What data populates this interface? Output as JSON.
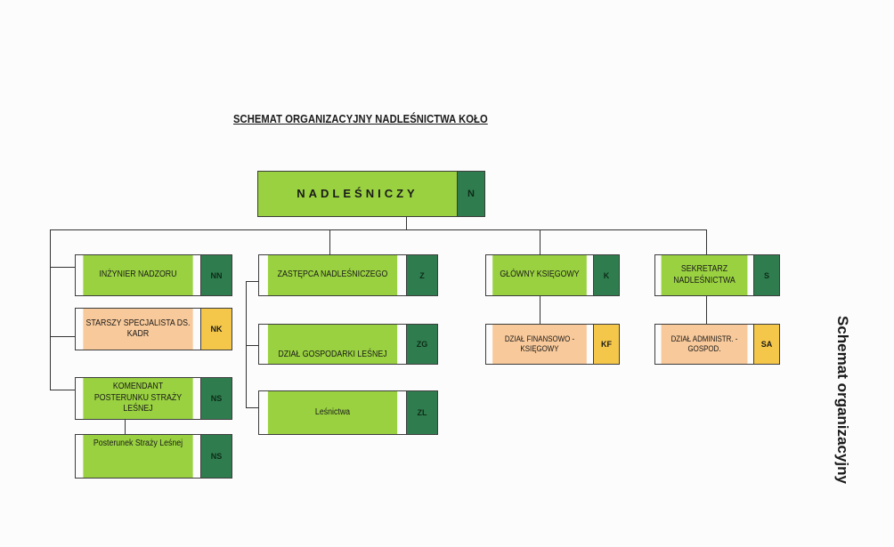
{
  "title": "SCHEMAT ORGANIZACYJNY NADLEŚNICTWA KOŁO",
  "side_label": "Schemat organizacyjny",
  "nodes": {
    "nadlesniczy": {
      "label": "NADLEŚNICZY",
      "code": "N"
    },
    "inzynier": {
      "label": "INŻYNIER NADZORU",
      "code": "NN"
    },
    "kadry": {
      "label": "STARSZY SPECJALISTA DS. KADR",
      "code": "NK"
    },
    "komendant": {
      "label": "KOMENDANT POSTERUNKU STRAŻY LEŚNEJ",
      "code": "NS"
    },
    "posterunek": {
      "label": "Posterunek Straży Leśnej",
      "code": "NS"
    },
    "zastepca": {
      "label": "ZASTĘPCA NADLEŚNICZEGO",
      "code": "Z"
    },
    "gospodarka": {
      "label": "DZIAŁ GOSPODARKI LEŚNEJ",
      "code": "ZG"
    },
    "lesnictwa": {
      "label": "Leśnictwa",
      "code": "ZL"
    },
    "ksiegowy": {
      "label": "GŁÓWNY KSIĘGOWY",
      "code": "K"
    },
    "finansowy": {
      "label": "DZIAŁ FINANSOWO - KSIĘGOWY",
      "code": "KF"
    },
    "sekretarz": {
      "label": "SEKRETARZ NADLEŚNICTWA",
      "code": "S"
    },
    "administracja": {
      "label": "DZIAŁ ADMINISTR. - GOSPOD.",
      "code": "SA"
    }
  }
}
